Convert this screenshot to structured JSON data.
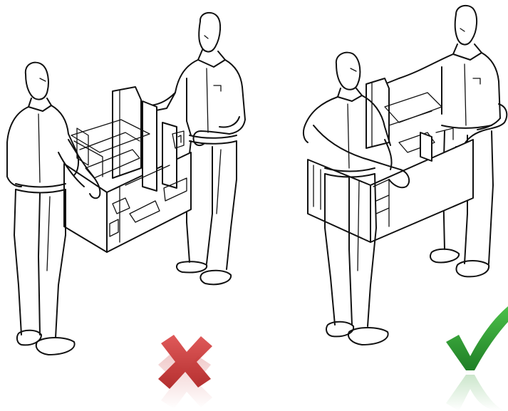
{
  "panels": [
    {
      "id": "incorrect-lift",
      "verdict": "incorrect",
      "mark_icon": "cross-mark-icon",
      "mark_color": "#c83a3a"
    },
    {
      "id": "correct-lift",
      "verdict": "correct",
      "mark_icon": "check-mark-icon",
      "mark_color": "#2e9a2e"
    }
  ]
}
